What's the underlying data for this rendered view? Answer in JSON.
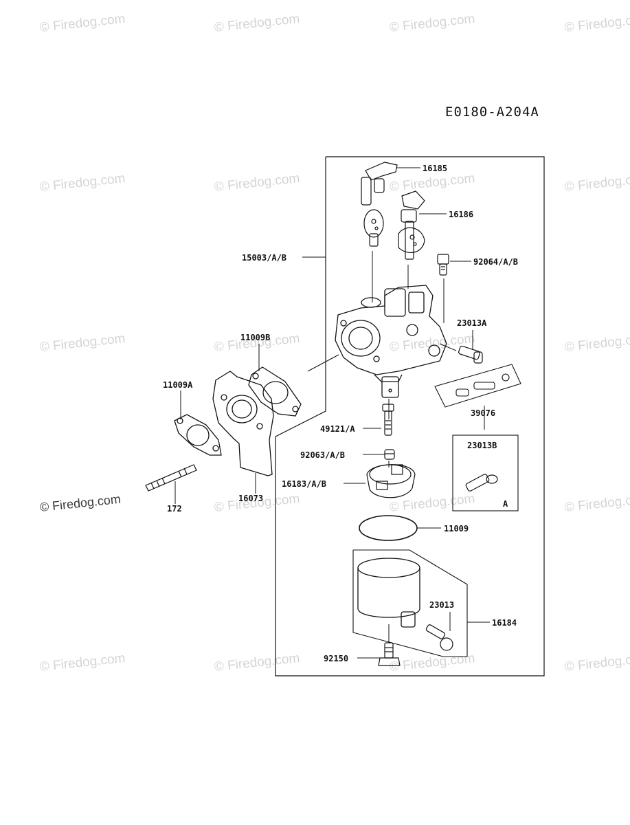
{
  "diagram_code": "E0180-A204A",
  "watermark": "© Firedog.com",
  "parts": {
    "p16185": "16185",
    "p16186": "16186",
    "p15003": "15003/A/B",
    "p92064": "92064/A/B",
    "p23013A": "23013A",
    "p11009B": "11009B",
    "p11009A": "11009A",
    "p39076": "39076",
    "p23013B": "23013B",
    "inset_tag": "A",
    "p49121": "49121/A",
    "p92063": "92063/A/B",
    "p16183": "16183/A/B",
    "p172": "172",
    "p16073": "16073",
    "p11009": "11009",
    "p23013": "23013",
    "p16184": "16184",
    "p92150": "92150"
  }
}
